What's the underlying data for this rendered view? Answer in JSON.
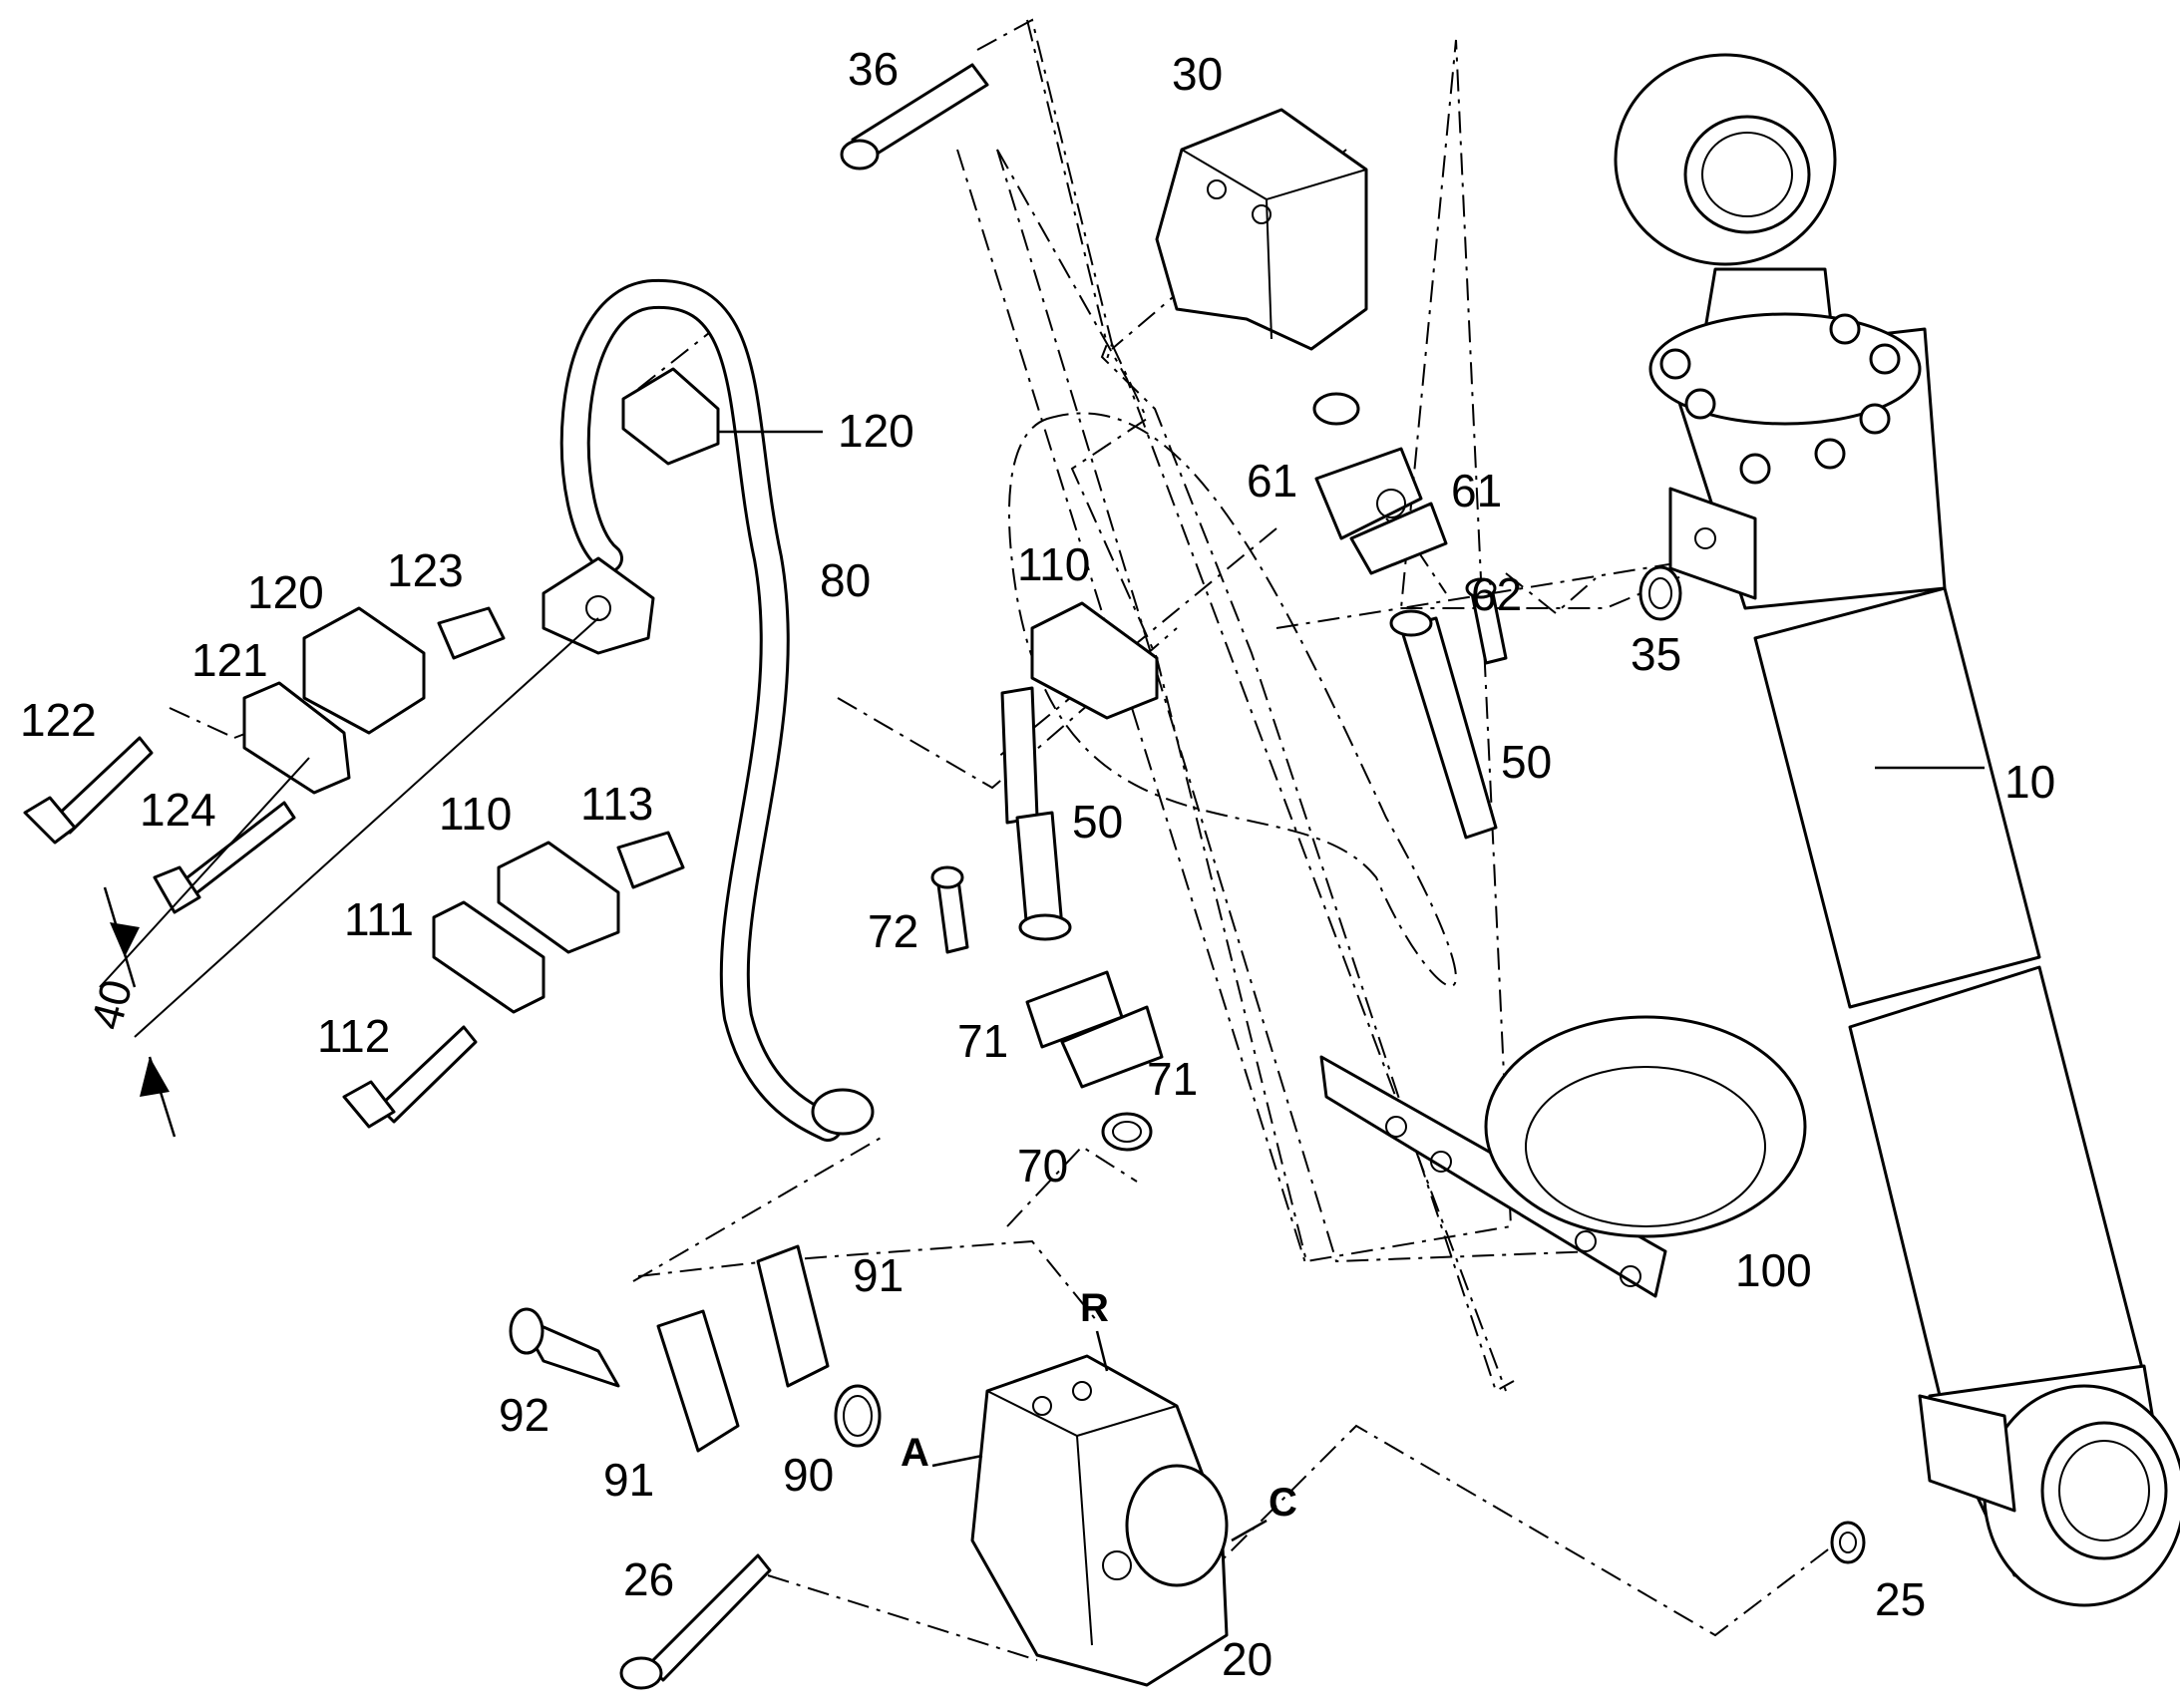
{
  "callouts": {
    "c10": "10",
    "c20": "20",
    "c25": "25",
    "c26": "26",
    "c30": "30",
    "c35": "35",
    "c36": "36",
    "c50a": "50",
    "c50b": "50",
    "c61a": "61",
    "c61b": "61",
    "c62": "62",
    "c70": "70",
    "c71a": "71",
    "c71b": "71",
    "c72": "72",
    "c80": "80",
    "c90": "90",
    "c91a": "91",
    "c91b": "91",
    "c92": "92",
    "c100": "100",
    "c110a": "110",
    "c110b": "110",
    "c111": "111",
    "c112": "112",
    "c113": "113",
    "c120a": "120",
    "c120b": "120",
    "c121": "121",
    "c122": "122",
    "c123": "123",
    "c124": "124"
  },
  "ports": {
    "a": "A",
    "c": "C",
    "r": "R"
  },
  "dimension": {
    "value": "40"
  }
}
